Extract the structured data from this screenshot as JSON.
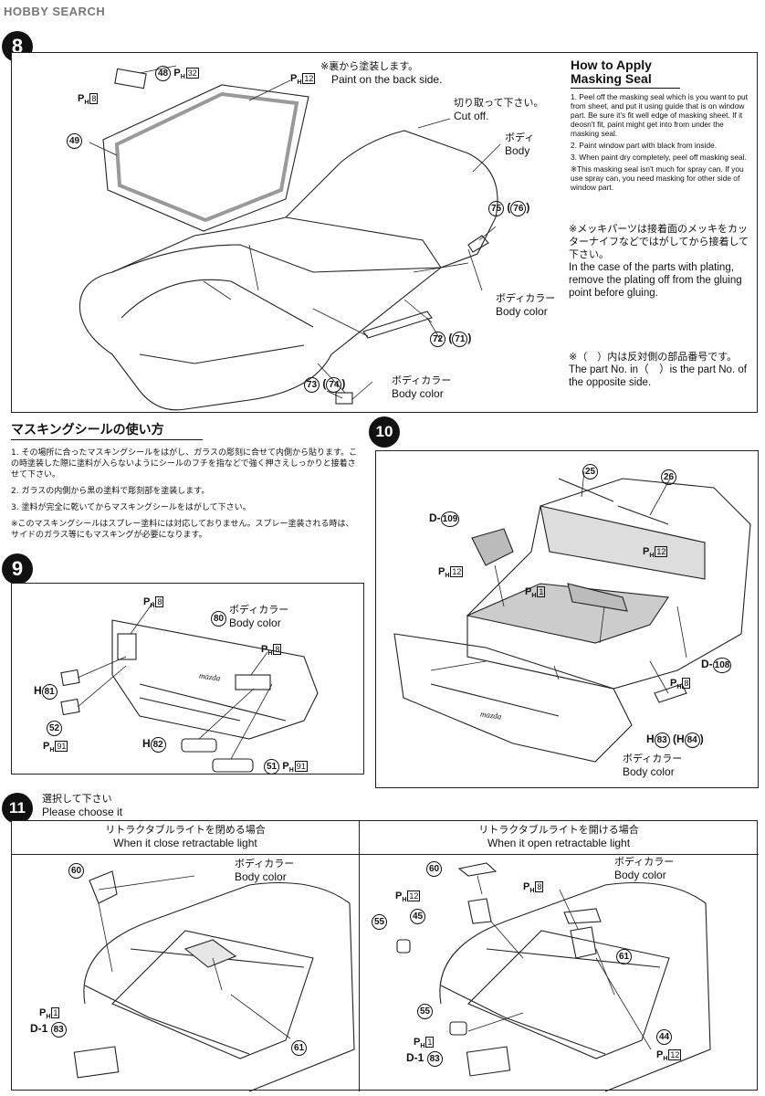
{
  "site_logo": "HOBBY SEARCH",
  "step8": {
    "number": "8",
    "paint_back_jp": "※裏から塗装します。",
    "paint_back_en": "Paint on the back side.",
    "cut_off_jp": "切り取って下さい。",
    "cut_off_en": "Cut off.",
    "body_jp": "ボディ",
    "body_en": "Body",
    "body_color_jp": "ボディカラー",
    "body_color_en": "Body color",
    "body_color2_jp": "ボディカラー",
    "body_color2_en": "Body color",
    "parts": {
      "p48": "48",
      "p49": "49",
      "p75": "75",
      "p76": "76",
      "p72": "72",
      "p71": "71",
      "p73": "73",
      "p74": "74"
    },
    "ph_labels": {
      "ph32": "32",
      "ph8": "8",
      "ph12": "12"
    },
    "masking_title": "How to Apply Masking Seal",
    "masking_steps": [
      "1. Peel off the masking seal which is you want to put from sheet, and put it using guide that is on window part. Be sure it's fit well edge of masking sheet. If it deosn't fit, paint might get into from under the masking seal.",
      "2. Paint window part with black from inside.",
      "3. When paint dry completely, peel off masking seal.",
      "※This masking seal isn't much for spray can. If you use spray can, you need masking for other side of window part."
    ],
    "note_plating_jp": "※メッキパーツは接着面のメッキをカッターナイフなどではがしてから接着して下さい。",
    "note_plating_en": "In the case of the parts with plating, remove the plating off from the gluing point before gluing.",
    "note_opposite_jp": "※（　）内は反対側の部品番号です。",
    "note_opposite_en": "The part No. in（　）is the part No. of the opposite side."
  },
  "masking_jp": {
    "title": "マスキングシールの使い方",
    "items": [
      "1. その場所に合ったマスキングシールをはがし、ガラスの彫刻に合せて内側から貼ります。この時塗装した際に塗料が入らないようにシールのフチを指などで強く押さえしっかりと接着させて下さい。",
      "2. ガラスの内側から黒の塗料で彫刻部を塗装します。",
      "3. 塗料が完全に乾いてからマスキングシールをはがして下さい。",
      "※このマスキングシールはスプレー塗料には対応しておりません。スプレー塗装される時は、サイドのガラス等にもマスキングが必要になります。"
    ]
  },
  "step9": {
    "number": "9",
    "body_color_jp": "ボディカラー",
    "body_color_en": "Body color",
    "parts": {
      "p80": "80",
      "p81": "81",
      "p52": "52",
      "p82": "82",
      "p51": "51"
    },
    "prefix_h": "H",
    "ph_labels": {
      "ph8a": "8",
      "ph8b": "8",
      "ph91a": "91",
      "ph91b": "91"
    }
  },
  "step10": {
    "number": "10",
    "parts": {
      "p25": "25",
      "p26": "26",
      "p109": "109",
      "p108": "108",
      "p83": "83",
      "p84": "84"
    },
    "prefix_d": "D-",
    "prefix_h": "H",
    "ph_labels": {
      "ph12a": "12",
      "ph12b": "12",
      "ph1": "1",
      "ph8": "8"
    },
    "body_color_jp": "ボディカラー",
    "body_color_en": "Body color"
  },
  "step11": {
    "number": "11",
    "choose_jp": "選択して下さい",
    "choose_en": "Please choose it",
    "left": {
      "header_jp": "リトラクタブルライトを閉める場合",
      "header_en": "When it close retractable light",
      "body_color_jp": "ボディカラー",
      "body_color_en": "Body color",
      "parts": {
        "p60": "60",
        "p61": "61",
        "p83": "83"
      },
      "ph1": "1",
      "d1": "D-1"
    },
    "right": {
      "header_jp": "リトラクタブルライトを開ける場合",
      "header_en": "When it open retractable light",
      "body_color_jp": "ボディカラー",
      "body_color_en": "Body color",
      "parts": {
        "p60": "60",
        "p45": "45",
        "p55a": "55",
        "p55b": "55",
        "p61": "61",
        "p44": "44",
        "p83": "83"
      },
      "ph12a": "12",
      "ph8": "8",
      "ph1": "1",
      "ph12b": "12",
      "d1": "D-1"
    }
  },
  "logo_text": "mazda"
}
